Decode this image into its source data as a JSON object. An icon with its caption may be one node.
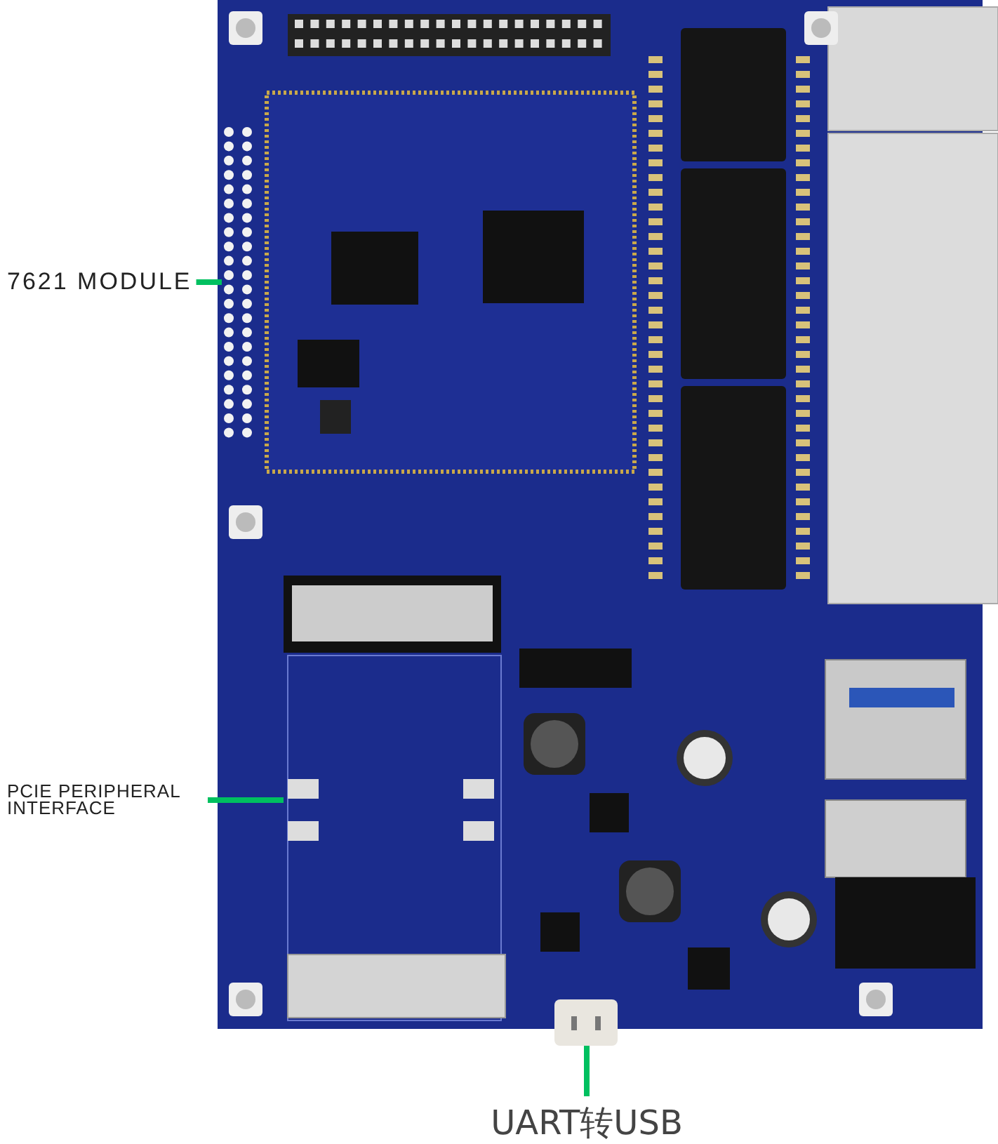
{
  "diagram": {
    "nodes": [
      {
        "text": [
          "7621 MODULE"
        ]
      },
      {
        "text": [
          "PCIE PERIPHERAL INTERFACE"
        ]
      },
      {
        "text": [
          "UART转USB"
        ]
      },
      {
        "text": [],
        "shape": "picture"
      },
      {
        "text": [],
        "shape": "picture"
      },
      {
        "text": [],
        "shape": "picture"
      }
    ],
    "edges": [
      {
        "from": 0,
        "to": 3,
        "arrow": "none"
      },
      {
        "from": 1,
        "to": 4,
        "arrow": "none"
      },
      {
        "from": 2,
        "to": 5,
        "arrow": "none"
      }
    ]
  }
}
